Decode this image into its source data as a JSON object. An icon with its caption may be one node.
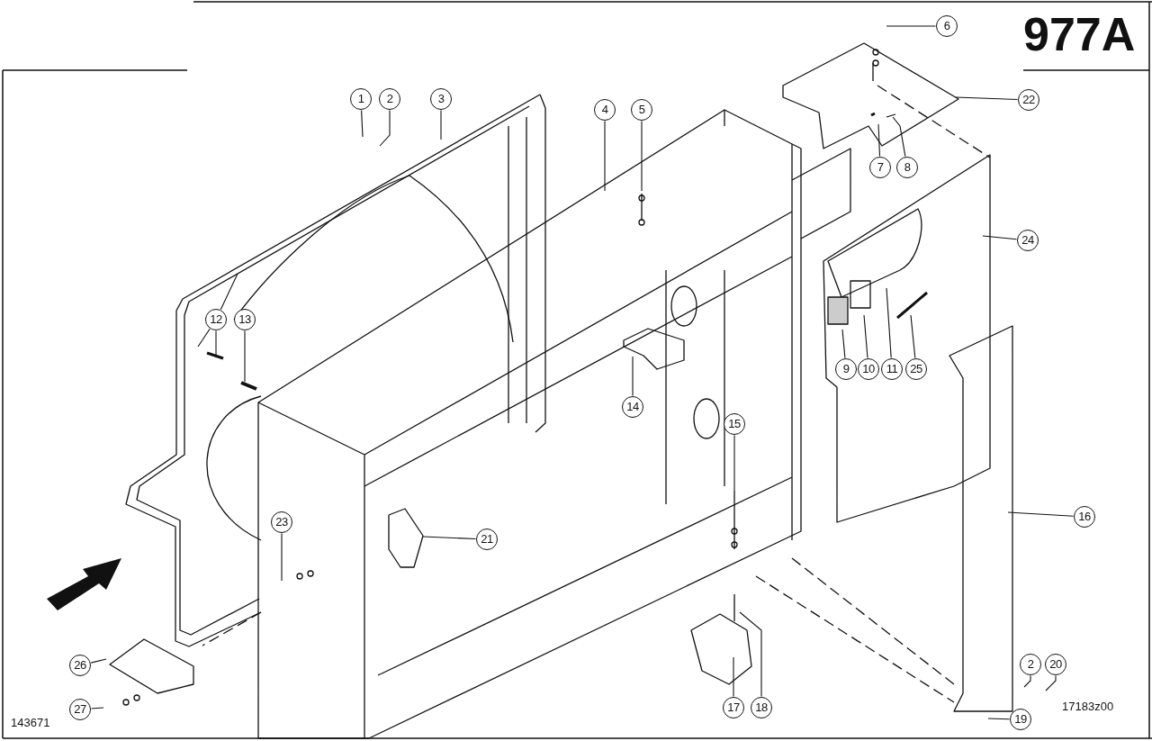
{
  "diagram": {
    "nodes": [
      {
        "text": [
          "6"
        ]
      },
      {
        "text": [
          "1"
        ]
      },
      {
        "text": [
          "2"
        ]
      },
      {
        "text": [
          "3"
        ]
      },
      {
        "text": [
          "4"
        ]
      },
      {
        "text": [
          "5"
        ]
      },
      {
        "text": [
          "22"
        ]
      },
      {
        "text": [
          "7"
        ]
      },
      {
        "text": [
          "8"
        ]
      },
      {
        "text": [
          "24"
        ]
      },
      {
        "text": [
          "12"
        ]
      },
      {
        "text": [
          "13"
        ]
      },
      {
        "text": [
          "9"
        ]
      },
      {
        "text": [
          "10"
        ]
      },
      {
        "text": [
          "11"
        ]
      },
      {
        "text": [
          "25"
        ]
      },
      {
        "text": [
          "14"
        ]
      },
      {
        "text": [
          "15"
        ]
      },
      {
        "text": [
          "16"
        ]
      },
      {
        "text": [
          "23"
        ]
      },
      {
        "text": [
          "21"
        ]
      },
      {
        "text": [
          "26"
        ]
      },
      {
        "text": [
          "27"
        ]
      },
      {
        "text": [
          "2"
        ]
      },
      {
        "text": [
          "20"
        ]
      },
      {
        "text": [
          "17"
        ]
      },
      {
        "text": [
          "18"
        ]
      },
      {
        "text": [
          "19"
        ]
      }
    ],
    "edges": [
      {
        "from": 0,
        "to": null,
        "arrow": "none"
      },
      {
        "from": 1,
        "to": null,
        "arrow": "none"
      },
      {
        "from": 2,
        "to": null,
        "arrow": "none"
      },
      {
        "from": 3,
        "to": null,
        "arrow": "none"
      },
      {
        "from": 4,
        "to": null,
        "arrow": "none"
      },
      {
        "from": 5,
        "to": null,
        "arrow": "none"
      },
      {
        "from": 6,
        "to": null,
        "arrow": "none"
      },
      {
        "from": 7,
        "to": null,
        "arrow": "none"
      },
      {
        "from": 8,
        "to": null,
        "arrow": "none"
      },
      {
        "from": 9,
        "to": null,
        "arrow": "none"
      },
      {
        "from": 10,
        "to": null,
        "arrow": "none"
      },
      {
        "from": 10,
        "to": null,
        "arrow": "none"
      },
      {
        "from": 10,
        "to": null,
        "arrow": "none"
      },
      {
        "from": 11,
        "to": null,
        "arrow": "none"
      },
      {
        "from": 12,
        "to": null,
        "arrow": "none"
      },
      {
        "from": 13,
        "to": null,
        "arrow": "none"
      },
      {
        "from": 14,
        "to": null,
        "arrow": "none"
      },
      {
        "from": 15,
        "to": null,
        "arrow": "none"
      },
      {
        "from": 16,
        "to": null,
        "arrow": "none"
      },
      {
        "from": 17,
        "to": null,
        "arrow": "none"
      },
      {
        "from": 18,
        "to": null,
        "arrow": "none"
      },
      {
        "from": 19,
        "to": null,
        "arrow": "none"
      },
      {
        "from": 20,
        "to": null,
        "arrow": "none"
      },
      {
        "from": 21,
        "to": null,
        "arrow": "none"
      },
      {
        "from": 22,
        "to": null,
        "arrow": "none"
      },
      {
        "from": 23,
        "to": null,
        "arrow": "none"
      },
      {
        "from": 24,
        "to": null,
        "arrow": "none"
      },
      {
        "from": 25,
        "to": null,
        "arrow": "none"
      },
      {
        "from": 26,
        "to": null,
        "arrow": "none"
      },
      {
        "from": 27,
        "to": null,
        "arrow": "none"
      }
    ],
    "labels": [
      "977A",
      "143671",
      "17183z00"
    ]
  }
}
